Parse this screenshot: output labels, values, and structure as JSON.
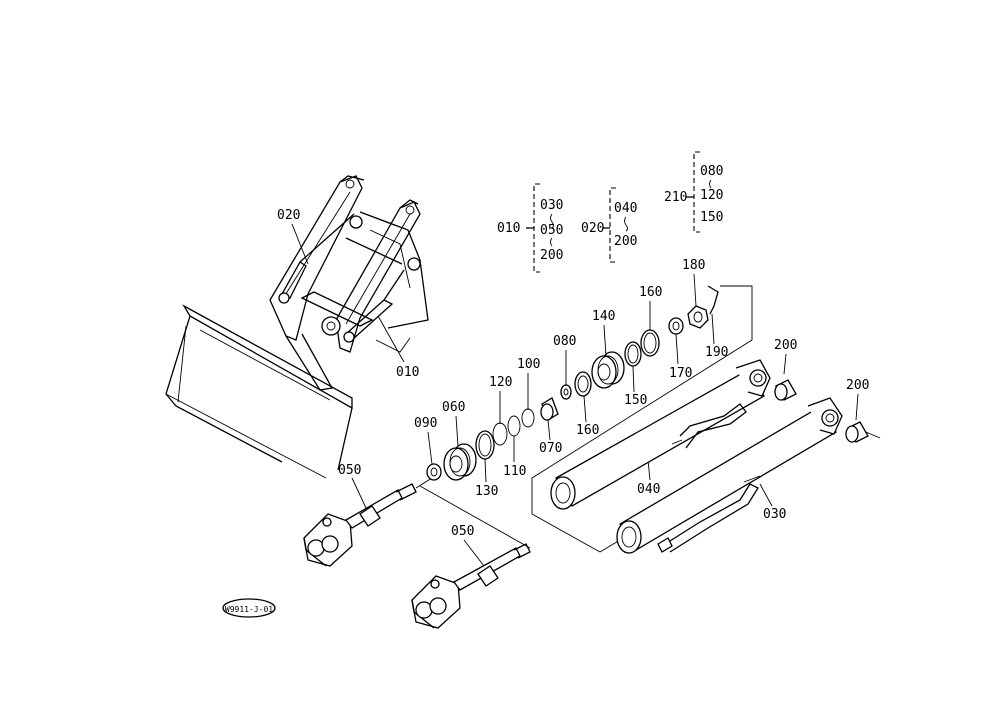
{
  "diagram": {
    "groups": [
      {
        "id": "010",
        "members": [
          "030",
          "050",
          "200"
        ]
      },
      {
        "id": "020",
        "members": [
          "040",
          "200"
        ]
      },
      {
        "id": "210",
        "members": [
          "080",
          "120",
          "150"
        ]
      }
    ],
    "callouts": {
      "loader_020": "020",
      "loader_010": "010",
      "p090": "090",
      "p060": "060",
      "p120": "120",
      "p100": "100",
      "p080": "080",
      "p140": "140",
      "p160a": "160",
      "p180": "180",
      "p200a": "200",
      "p200b": "200",
      "p130": "130",
      "p110": "110",
      "p070": "070",
      "p160b": "160",
      "p150": "150",
      "p170": "170",
      "p190": "190",
      "p050a": "050",
      "p050b": "050",
      "p040": "040",
      "p030": "030"
    },
    "stamp": "W9911-J-01"
  }
}
